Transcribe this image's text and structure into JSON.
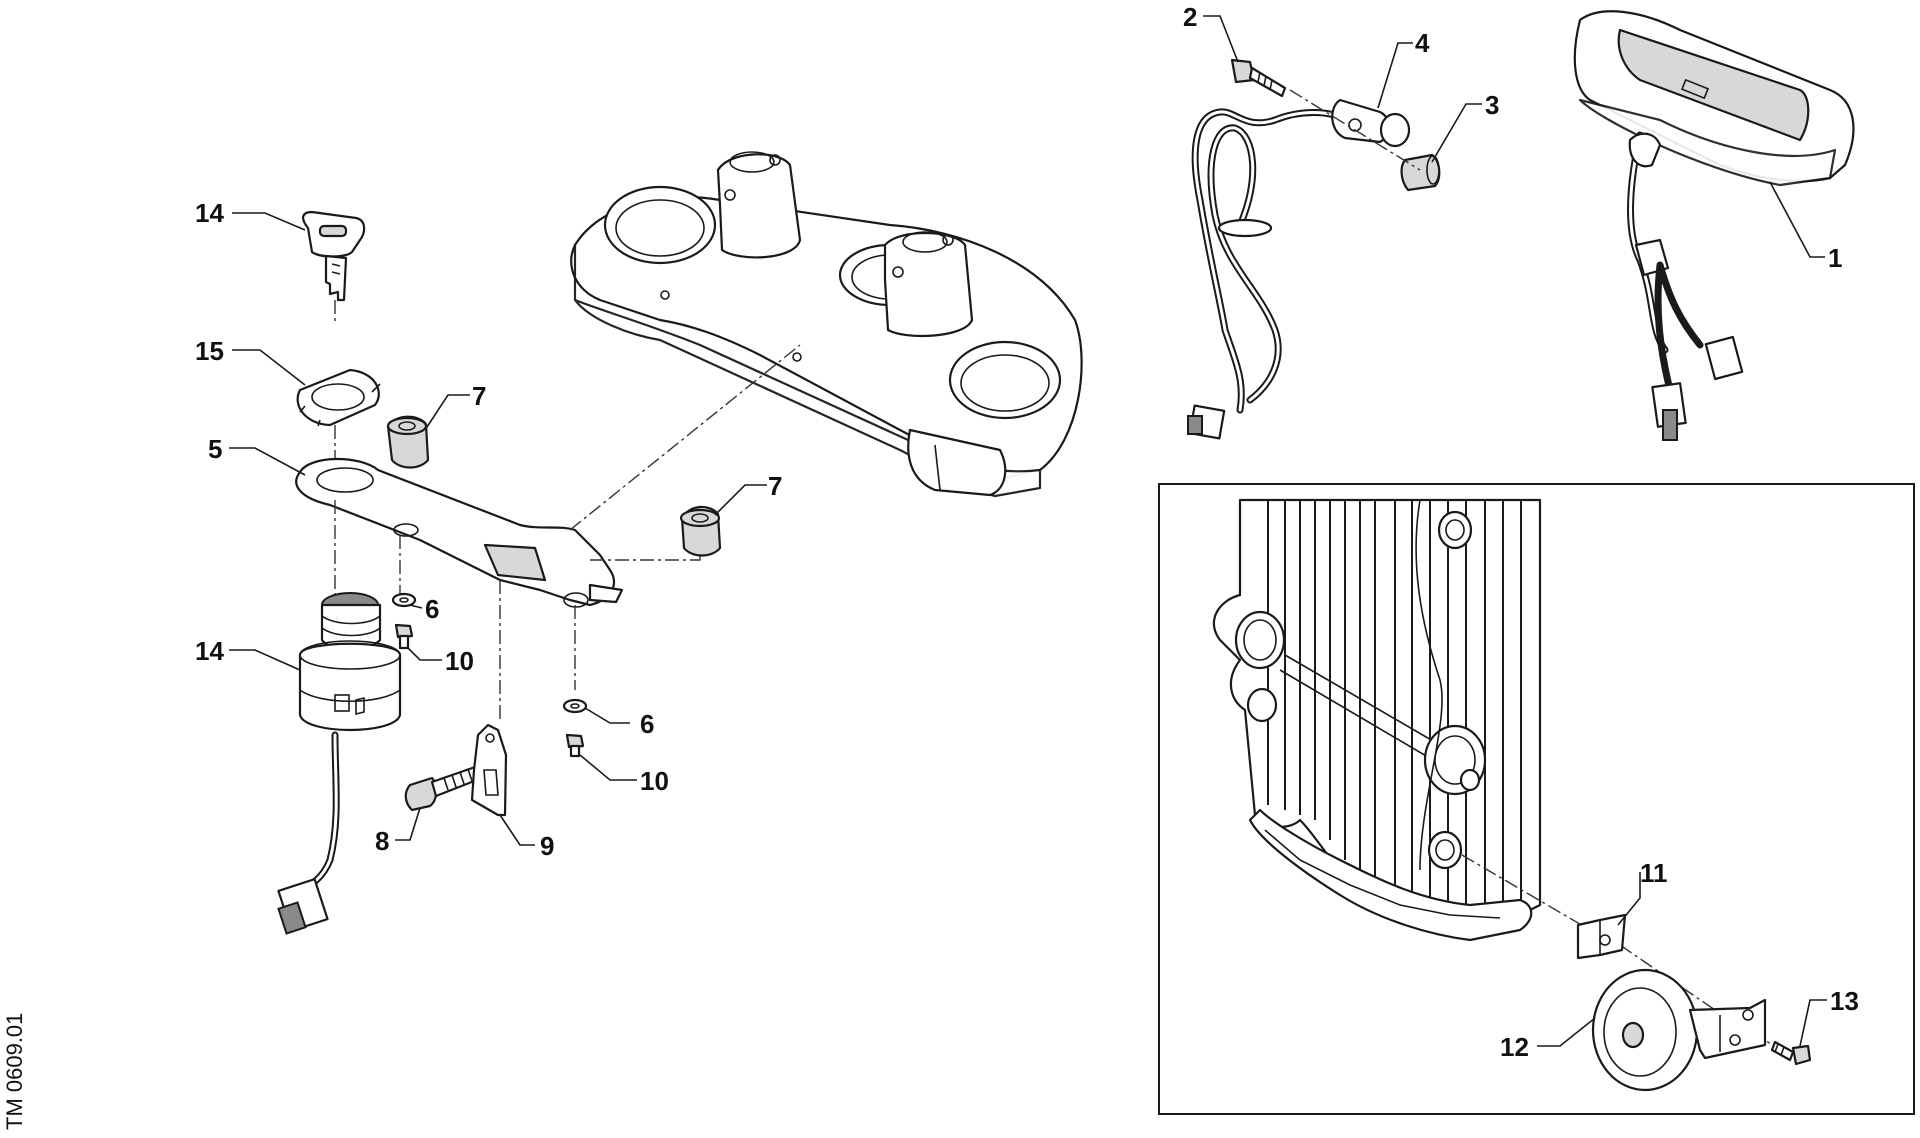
{
  "drawing_code": "TM 0609.01",
  "callouts": {
    "c1": "1",
    "c2": "2",
    "c3": "3",
    "c4": "4",
    "c5": "5",
    "c6a": "6",
    "c6b": "6",
    "c7a": "7",
    "c7b": "7",
    "c8": "8",
    "c9": "9",
    "c10a": "10",
    "c10b": "10",
    "c11": "11",
    "c12": "12",
    "c13": "13",
    "c14a": "14",
    "c14b": "14",
    "c15": "15"
  }
}
